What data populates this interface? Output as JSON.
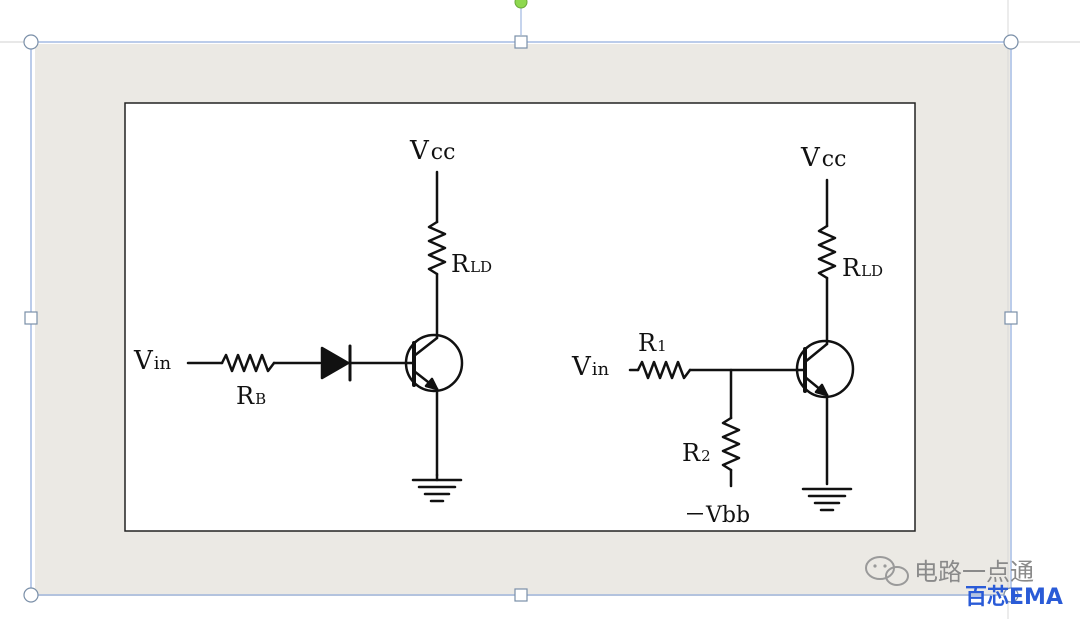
{
  "circuit_left": {
    "vcc": {
      "main": "V",
      "sub": "cc"
    },
    "rld": {
      "main": "R",
      "sub": "LD"
    },
    "vin": {
      "main": "V",
      "sub": "in"
    },
    "rb": {
      "main": "R",
      "sub": "B"
    }
  },
  "circuit_right": {
    "vcc": {
      "main": "V",
      "sub": "cc"
    },
    "rld": {
      "main": "R",
      "sub": "LD"
    },
    "vin": {
      "main": "V",
      "sub": "in"
    },
    "r1": {
      "main": "R",
      "sub": "1"
    },
    "r2": {
      "main": "R",
      "sub": "2"
    },
    "vbb": "－Vbb"
  },
  "watermark": {
    "channel": "电路一点通",
    "brand": "百芯EMA"
  },
  "colors": {
    "frame_border": "#8eaadb",
    "canvas_bg": "#ebe9e4",
    "rotate_handle": "#8ed84f",
    "brand": "#2a5bd7"
  }
}
